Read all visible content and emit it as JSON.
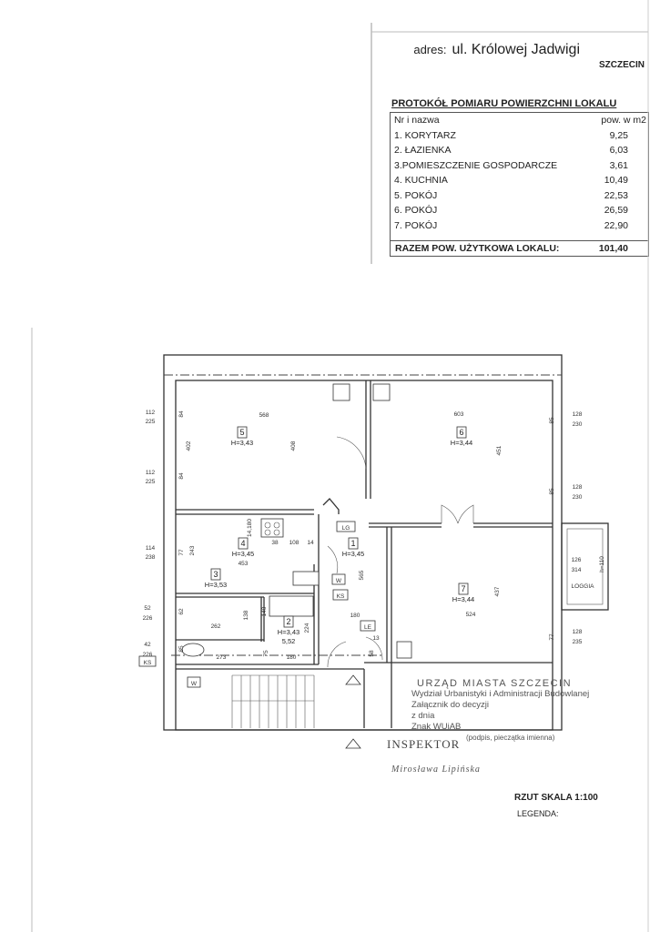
{
  "header": {
    "address_label": "adres:",
    "address": "ul. Królowej Jadwigi",
    "city": "SZCZECIN"
  },
  "protocol": {
    "title": "PROTOKÓŁ POMIARU POWIERZCHNI LOKALU",
    "columns": [
      "Nr i nazwa",
      "pow. w m2"
    ],
    "rows": [
      {
        "name": "1. KORYTARZ",
        "area": "9,25"
      },
      {
        "name": "2. ŁAZIENKA",
        "area": "6,03"
      },
      {
        "name": "3.POMIESZCZENIE GOSPODARCZE",
        "area": "3,61"
      },
      {
        "name": "4. KUCHNIA",
        "area": "10,49"
      },
      {
        "name": "5. POKÓJ",
        "area": "22,53"
      },
      {
        "name": "6. POKÓJ",
        "area": "26,59"
      },
      {
        "name": "7. POKÓJ",
        "area": "22,90"
      }
    ],
    "total_label": "RAZEM POW. UŻYTKOWA LOKALU:",
    "total": "101,40"
  },
  "plan": {
    "rooms": [
      {
        "no": "5",
        "height": "H=3,43"
      },
      {
        "no": "6",
        "height": "H=3,44"
      },
      {
        "no": "7",
        "height": "H=3,44"
      },
      {
        "no": "4",
        "height": "H=3,45"
      },
      {
        "no": "1",
        "height": "H=3,45"
      },
      {
        "no": "3",
        "height": "H=3,53"
      },
      {
        "no": "2",
        "height": "H=3,43",
        "note": "5,52"
      }
    ],
    "symbols": [
      "LG",
      "W",
      "KS",
      "LE",
      "KS",
      "W"
    ],
    "loggia": "LOGGIA",
    "dims": [
      "568",
      "603",
      "524",
      "453",
      "262",
      "273",
      "180",
      "180",
      "38",
      "108",
      "14",
      "14,180",
      "112",
      "225",
      "112",
      "225",
      "114",
      "238",
      "52",
      "226",
      "42",
      "226",
      "128",
      "230",
      "128",
      "230",
      "128",
      "235",
      "126",
      "314",
      "402",
      "408",
      "451",
      "437",
      "565",
      "84",
      "84",
      "77",
      "243",
      "62",
      "138",
      "140",
      "224",
      "75",
      "85",
      "85",
      "85",
      "77",
      "13",
      "58",
      "h=110"
    ]
  },
  "stamp": {
    "office": "URZĄD MIASTA SZCZECIN",
    "dept": "Wydział Urbanistyki i Administracji Budowlanej",
    "attachment": "Załącznik do decyzji",
    "date_label": "z dnia",
    "sign_label": "Znak WUiAB",
    "signature_label": "(podpis, pieczątka imienna)",
    "inspector": "INSPEKTOR",
    "inspector_name": "Mirosława Lipińska"
  },
  "footer": {
    "scale": "RZUT  SKALA 1:100",
    "legend": "LEGENDA:"
  }
}
